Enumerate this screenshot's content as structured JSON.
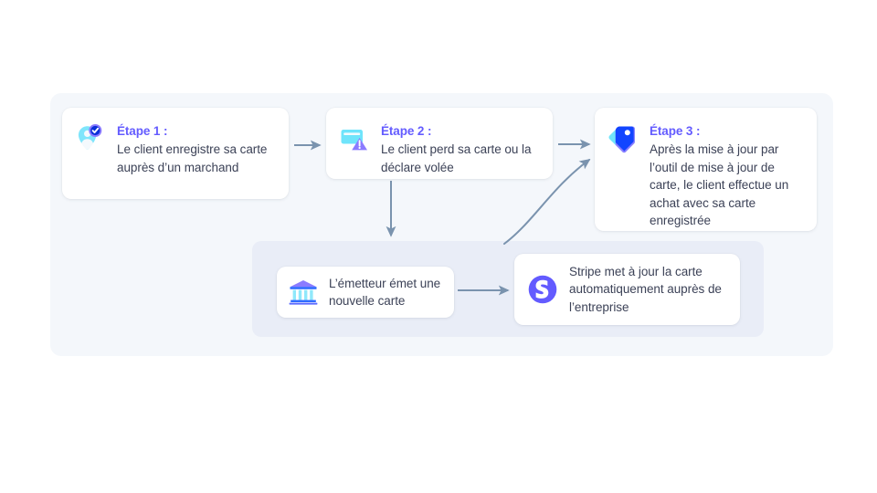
{
  "diagram": {
    "title_text": "",
    "colors": {
      "outer_panel": "#f4f7fb",
      "inner_panel": "#e9edf7",
      "card_background": "#ffffff",
      "step_title": "#635bff",
      "body_text": "#3c4257",
      "arrow": "#7a93ae",
      "icon_cyan": "#6fe4fb",
      "icon_blue": "#0a2fff",
      "icon_purple": "#635bff",
      "stripe_purple": "#635bff"
    },
    "steps": [
      {
        "id": "step1",
        "icon": "person-pin-check-icon",
        "title": "Étape 1 :",
        "body": "Le client enregistre sa carte auprès d’un marchand"
      },
      {
        "id": "step2",
        "icon": "card-warning-icon",
        "title": "Étape 2 :",
        "body": "Le client perd sa carte ou la déclare volée"
      },
      {
        "id": "step3",
        "icon": "tag-icon",
        "title": "Étape 3 :",
        "body": "Après la mise à jour par l’outil de mise à jour de carte, le client effectue un achat avec sa carte enregistrée"
      }
    ],
    "sub_process": {
      "issuer": {
        "id": "issuer",
        "icon": "bank-icon",
        "body": "L’émetteur émet une nouvelle carte"
      },
      "stripe": {
        "id": "stripe",
        "icon": "stripe-logo-icon",
        "body": "Stripe met à jour la carte automatiquement auprès de l’entreprise"
      }
    },
    "connectors": [
      {
        "name": "step1-to-step2",
        "type": "straight-arrow-right"
      },
      {
        "name": "step2-to-step3",
        "type": "straight-arrow-right"
      },
      {
        "name": "step2-to-issuer",
        "type": "straight-arrow-down"
      },
      {
        "name": "issuer-to-stripe",
        "type": "straight-arrow-right"
      },
      {
        "name": "stripe-to-step3",
        "type": "curved-arrow-up-right"
      }
    ]
  }
}
